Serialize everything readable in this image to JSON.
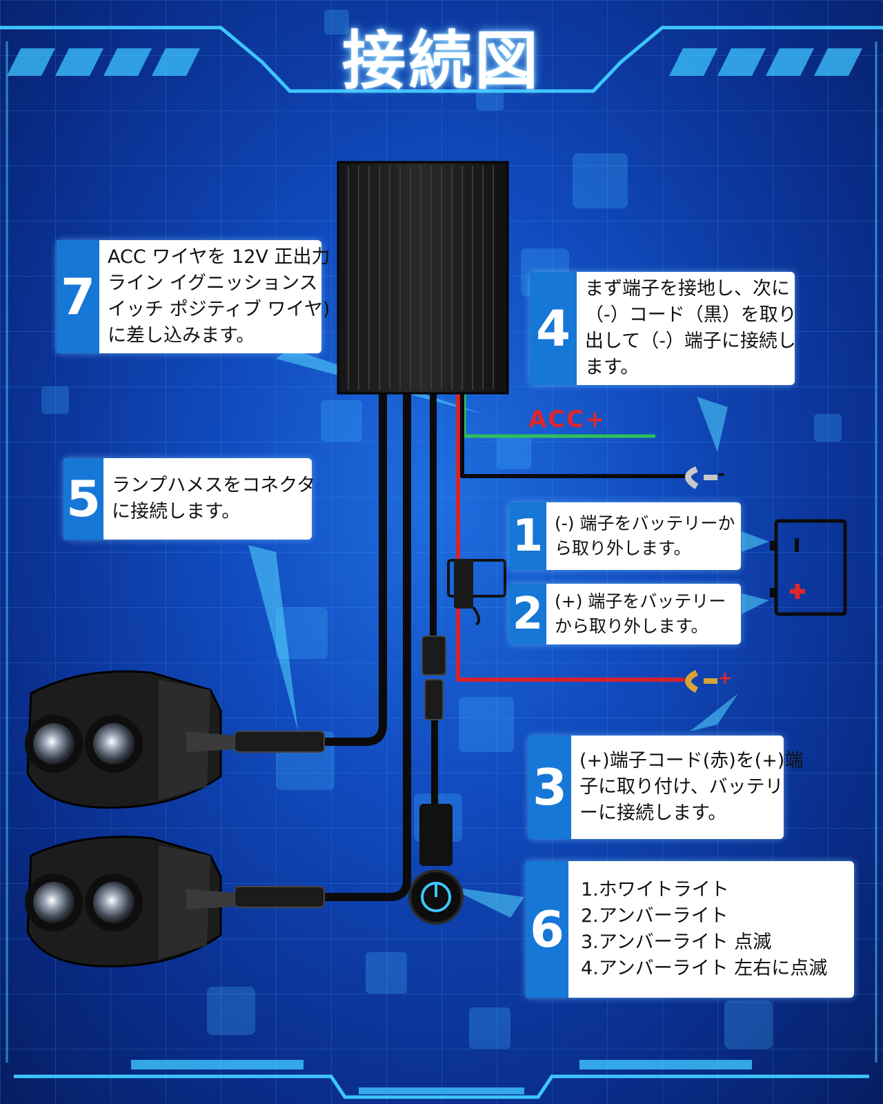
{
  "title": "接続図",
  "acc_label": "ACC+",
  "steps": [
    {
      "number": "7",
      "lines": [
        "ACC ワイヤを 12V 正出力",
        "ライン イグニッションス",
        "イッチ ポジティブ ワイヤ)",
        "に差し込みます。"
      ]
    },
    {
      "number": "4",
      "lines": [
        "まず端子を接地し、次に",
        "（-）コード（黒）を取り",
        "出して（-）端子に接続し",
        "ます。"
      ]
    },
    {
      "number": "5",
      "lines": [
        "ランプハメスをコネクタ",
        "に接続します。"
      ]
    },
    {
      "number": "1",
      "lines": [
        "(-) 端子をバッテリーか",
        "ら取り外します。"
      ]
    },
    {
      "number": "2",
      "lines": [
        "(+) 端子をバッテリー",
        "から取り外します。"
      ]
    },
    {
      "number": "3",
      "lines": [
        "(+)端子コード(赤)を(+)端",
        "子に取り付け、バッテリ",
        "ーに接続します。"
      ]
    },
    {
      "number": "6",
      "lines": [
        "1.ホワイトライト",
        "2.アンバーライト",
        "3.アンバーライト 点滅",
        "4.アンバーライト 左右に点滅"
      ]
    }
  ],
  "terminals": {
    "negative": "-",
    "positive": "+"
  },
  "colors": {
    "accent_blue": "#1677d6",
    "wire_red": "#d8222a",
    "wire_green": "#2fbf5a",
    "wire_black": "#0b0b0b",
    "neon": "#3ec6ff"
  }
}
